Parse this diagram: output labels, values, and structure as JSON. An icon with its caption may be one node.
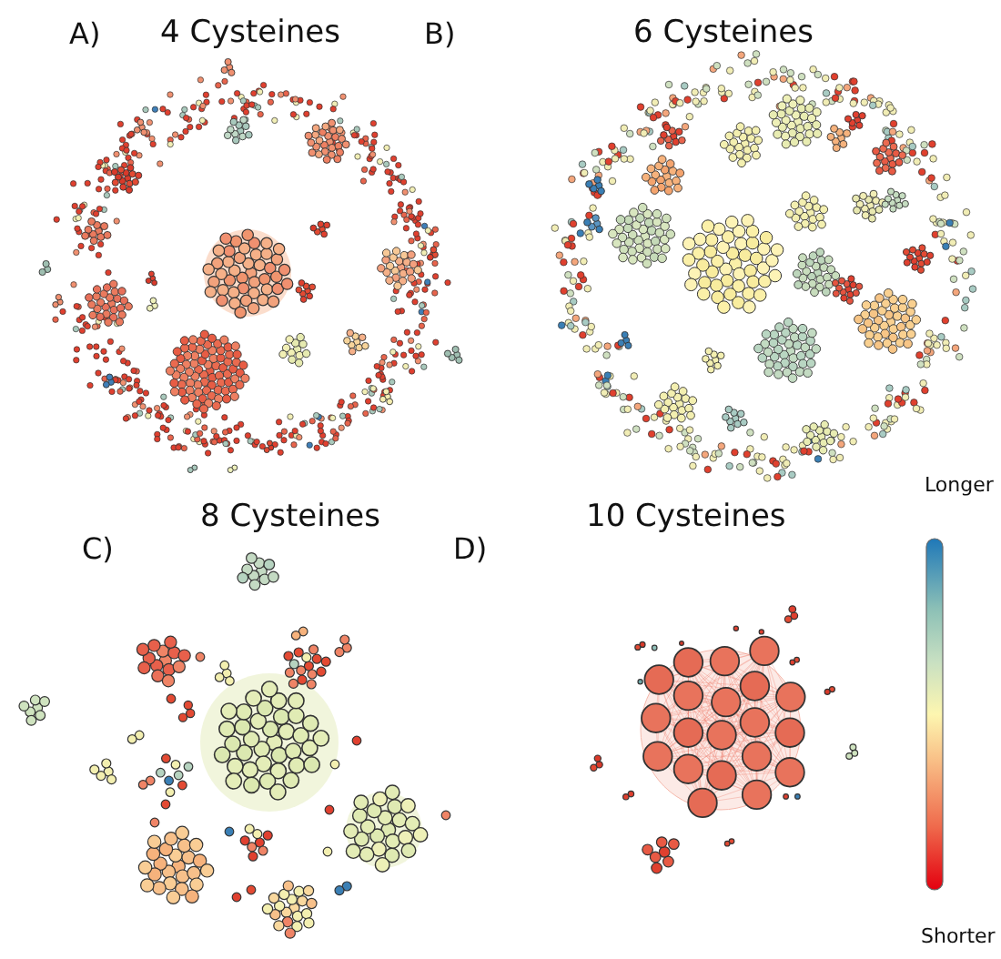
{
  "diagram": {
    "labels": [
      "A)",
      "4 Cysteines",
      "B)",
      "6 Cysteines",
      "Longer",
      "8 Cysteines",
      "10 Cysteines",
      "C)",
      "D)",
      "Shorter"
    ]
  }
}
